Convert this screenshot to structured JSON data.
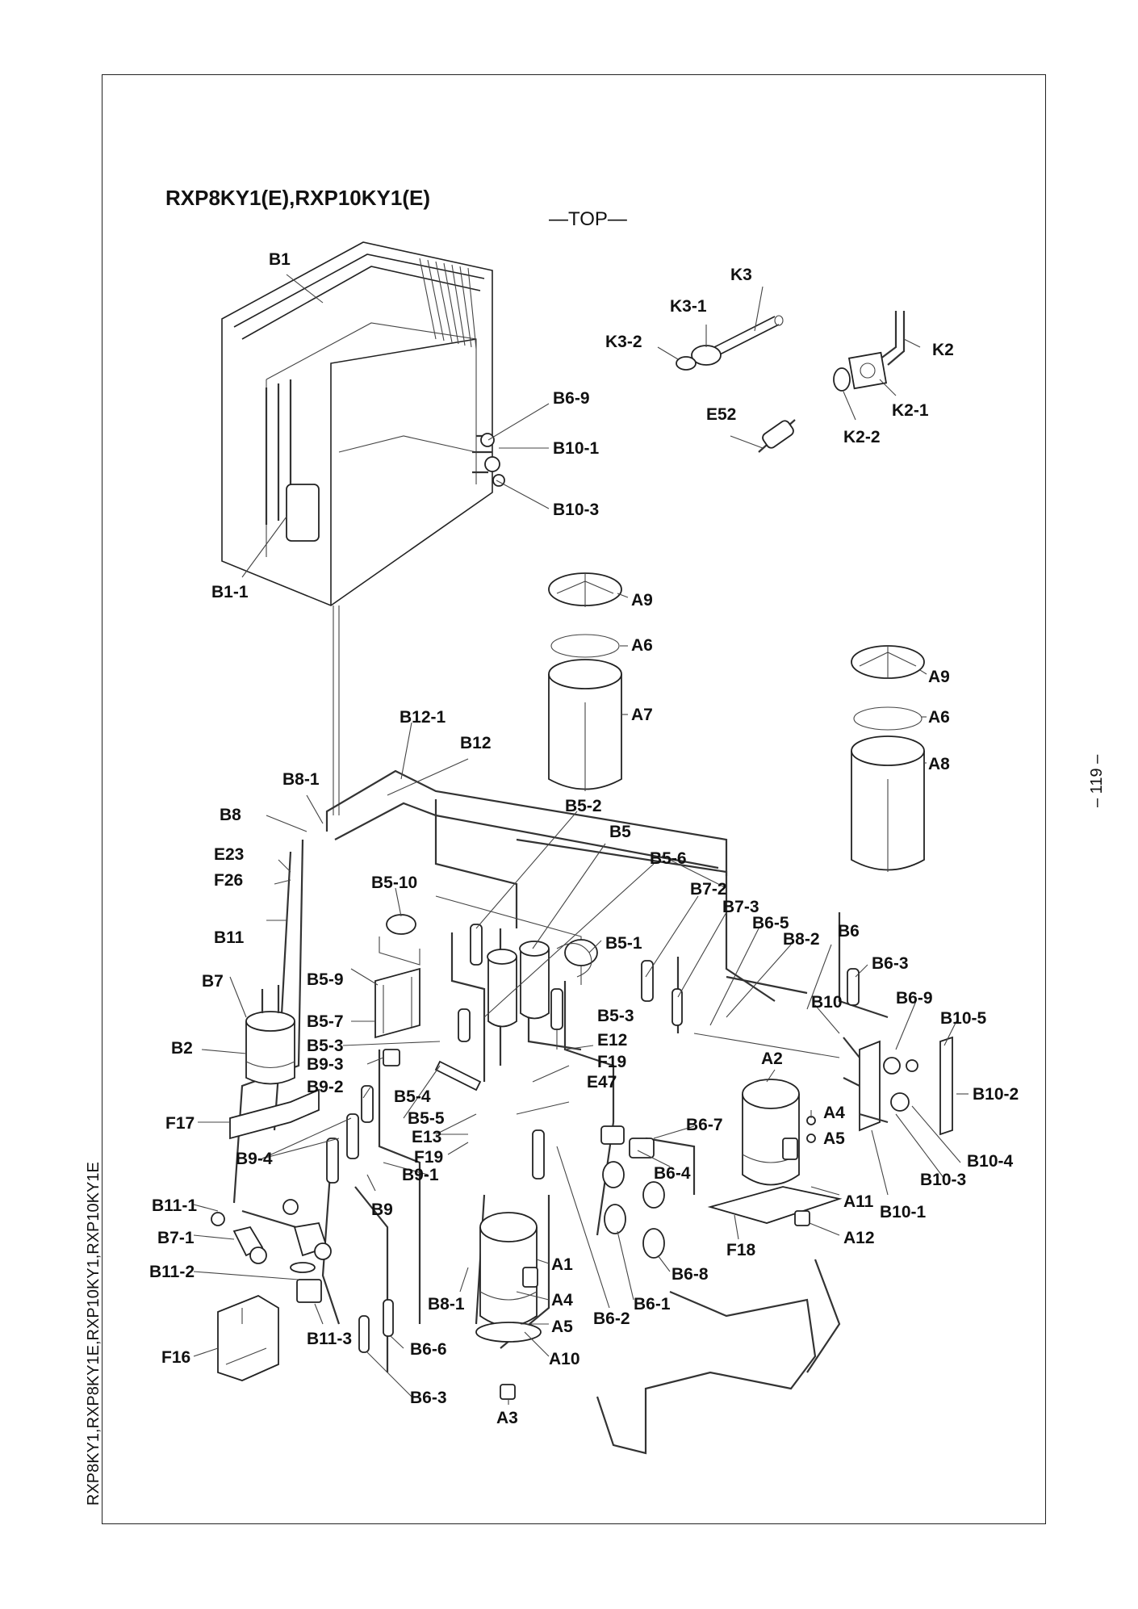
{
  "title": "RXP8KY1(E),RXP10KY1(E)",
  "view_label": "—TOP—",
  "side_text": "RXP8KY1,RXP8KY1E,RXP10KY1,RXP10KY1E",
  "page_number": "– 119 –",
  "part_labels": [
    "B1",
    "K3",
    "K3-1",
    "K3-2",
    "K2",
    "K2-1",
    "K2-2",
    "E52",
    "B6-9",
    "B10-1",
    "B10-3",
    "B1-1",
    "A9",
    "A6",
    "A7",
    "A9",
    "A6",
    "A8",
    "B12-1",
    "B12",
    "B8-1",
    "B8",
    "E23",
    "F26",
    "B5-2",
    "B5",
    "B5-6",
    "B5-10",
    "B7-2",
    "B7-3",
    "B6-5",
    "B8-2",
    "B6",
    "B11",
    "B5-1",
    "B6-3",
    "B7",
    "B5-9",
    "B10",
    "B6-9",
    "B10-5",
    "B5-7",
    "B5-3",
    "B2",
    "B5-3",
    "E12",
    "B9-3",
    "F19",
    "B9-2",
    "E47",
    "A2",
    "B10-2",
    "B5-4",
    "B5-5",
    "A4",
    "F17",
    "E13",
    "B6-7",
    "A5",
    "B9-4",
    "F19",
    "B9-1",
    "B6-4",
    "B10-4",
    "B10-3",
    "A11",
    "B11-1",
    "B9",
    "B10-1",
    "A12",
    "B7-1",
    "F18",
    "A1",
    "B11-2",
    "B8-1",
    "A4",
    "B6-8",
    "B6-1",
    "A5",
    "B6-2",
    "B11-3",
    "F16",
    "B6-6",
    "A10",
    "B6-3",
    "A3"
  ]
}
